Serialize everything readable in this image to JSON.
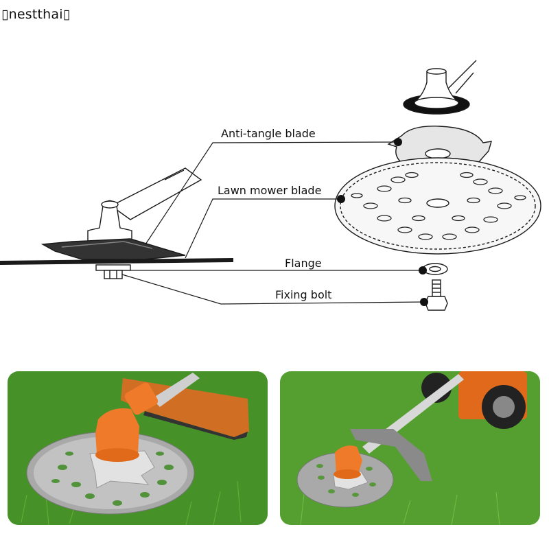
{
  "brand": {
    "text": "nestthai"
  },
  "labels": {
    "anti_tangle_blade": "Anti-tangle blade",
    "lawn_mower_blade": "Lawn mower blade",
    "flange": "Flange",
    "fixing_bolt": "Fixing bolt"
  },
  "colors": {
    "accent_orange": "#ef7b2a",
    "grass_green": "#4e9a2c",
    "line_dark": "#1a1a1a",
    "blade_gray": "#b8b8b8"
  }
}
